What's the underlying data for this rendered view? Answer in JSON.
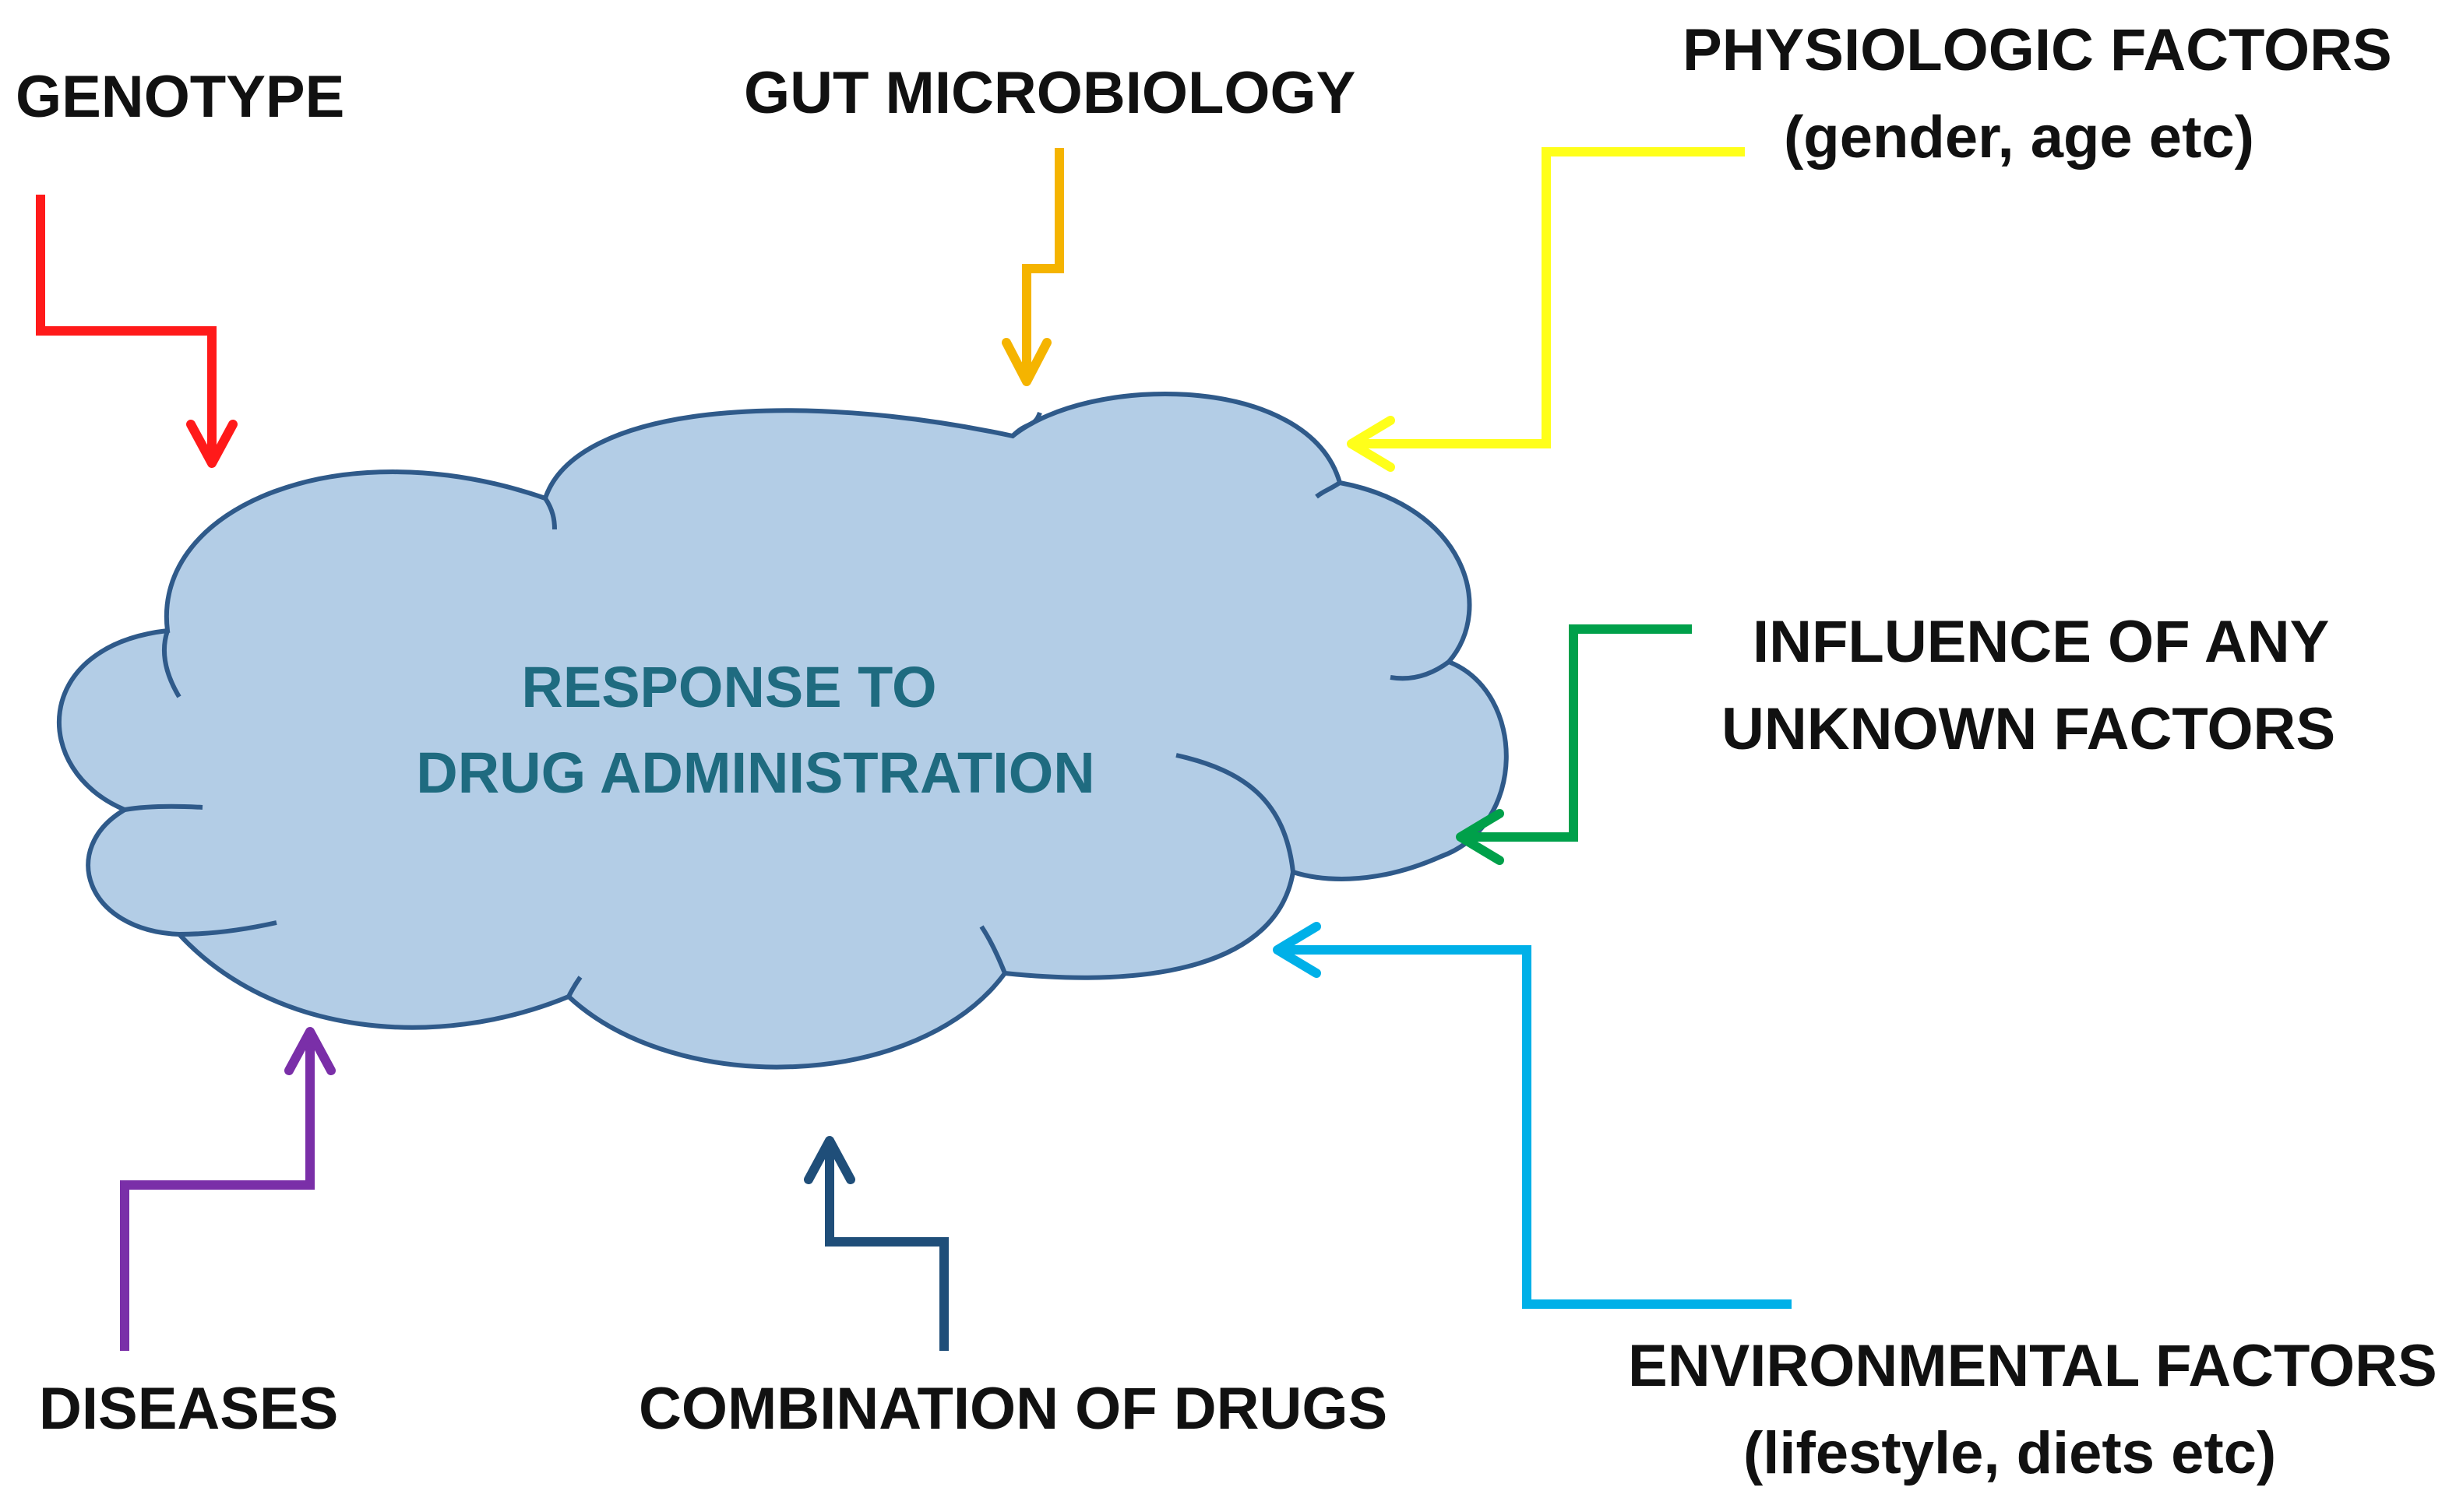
{
  "center": {
    "line1": "RESPONSE TO",
    "line2": "DRUG ADMINISTRATION",
    "fill": "#b3cde6",
    "stroke": "#2f5a8a",
    "text_color": "#1f6b80"
  },
  "factors": {
    "genotype": {
      "label": "GENOTYPE",
      "color": "#ff1a1a"
    },
    "gut": {
      "label": "GUT MICROBIOLOGY",
      "color": "#f5b400"
    },
    "physiologic": {
      "line1": "PHYSIOLOGIC FACTORS",
      "line2": "(gender, age etc)",
      "color": "#ffff1a"
    },
    "unknown": {
      "line1": "INFLUENCE OF ANY",
      "line2": "UNKNOWN FACTORS",
      "color": "#00a04a"
    },
    "environmental": {
      "line1": "ENVIRONMENTAL FACTORS",
      "line2": "(lifestyle, diets etc)",
      "color": "#00b0e8"
    },
    "drugs": {
      "label": "COMBINATION OF DRUGS",
      "color": "#1f4e79"
    },
    "diseases": {
      "label": "DISEASES",
      "color": "#7a2fa8"
    }
  }
}
